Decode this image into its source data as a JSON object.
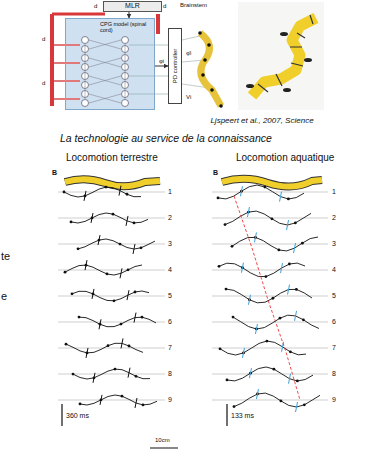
{
  "diagram": {
    "nodes": [
      {
        "text": [
          "MLR"
        ]
      },
      {
        "text": [
          "CPG model (spinal cord)"
        ]
      },
      {
        "text": [
          "PD controller"
        ]
      }
    ],
    "edges": [
      {
        "from": 0,
        "to": 1,
        "arrow": "to"
      },
      {
        "from": 1,
        "to": 2,
        "label": "φi",
        "arrow": "to"
      }
    ],
    "labels": [
      "Brainstem",
      "d",
      "d",
      "d",
      "d",
      "Vi",
      "φ̄i",
      "Ljspeert et al., 2007, Science",
      "La technologie au service de la connaissance",
      "te",
      "e",
      "Locomotion terrestre",
      "Locomotion aquatique",
      "B",
      "B",
      "1",
      "2",
      "3",
      "4",
      "5",
      "6",
      "7",
      "8",
      "9",
      "1",
      "2",
      "3",
      "4",
      "5",
      "6",
      "7",
      "8",
      "9",
      "360 ms",
      "133 ms",
      "10cm"
    ]
  }
}
